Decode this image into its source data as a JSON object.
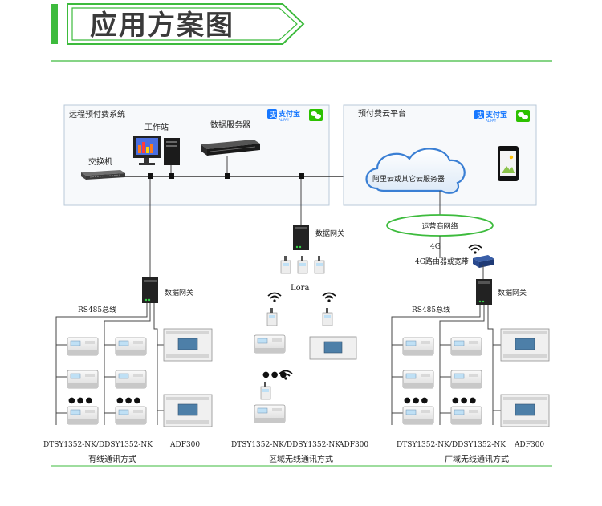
{
  "header": {
    "title": "应用方案图"
  },
  "system_left": {
    "label": "远程预付费系统",
    "switch": "交换机",
    "workstation": "工作站",
    "data_server": "数据服务器"
  },
  "system_right": {
    "label": "预付费云平台",
    "cloud": "阿里云或其它云服务器"
  },
  "payment": {
    "alipay_cn": "支付宝",
    "alipay_en": "ALIPAY"
  },
  "network": {
    "carrier": "运营商网络",
    "g4": "4G",
    "router": "4G路由器或宽带"
  },
  "gateway": {
    "label": "数据网关"
  },
  "bus": {
    "label": "RS485总线"
  },
  "lora": {
    "label": "Lora"
  },
  "dots": "●●●",
  "groups": [
    {
      "models": "DTSY1352-NK/DDSY1352-NK",
      "adf": "ADF300",
      "caption": "有线通讯方式"
    },
    {
      "models": "DTSY1352-NK/DDSY1352-NK",
      "adf": "ADF300",
      "caption": "区域无线通讯方式"
    },
    {
      "models": "DTSY1352-NK/DDSY1352-NK",
      "adf": "ADF300",
      "caption": "广域无线通讯方式"
    }
  ],
  "colors": {
    "accent_green": "#3dbb3d",
    "cloud_blue": "#3a7fd4",
    "wechat_green": "#2dc100",
    "alipay_blue": "#1677ff"
  }
}
